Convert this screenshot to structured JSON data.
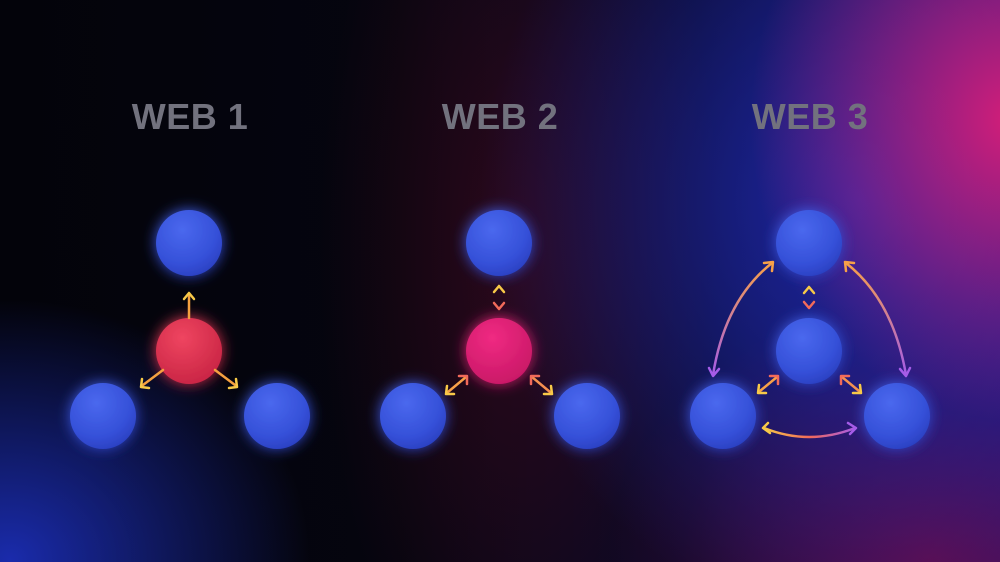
{
  "titles": {
    "web1": "WEB 1",
    "web2": "WEB 2",
    "web3": "WEB 3"
  },
  "colors": {
    "node_blue": "#3d5be0",
    "node_red_web1": "#e0344e",
    "node_pink_web2": "#e81d78",
    "arrow_yellow": "#f7c948",
    "arrow_orange": "#f26a5a",
    "arrow_purple": "#a55ce8",
    "title_gray": "#72727e"
  },
  "diagrams": [
    {
      "label": "WEB 1",
      "type": "centralized",
      "center_node": "red",
      "arrows": "one-way outward"
    },
    {
      "label": "WEB 2",
      "type": "centralized",
      "center_node": "pink",
      "arrows": "two-way to center"
    },
    {
      "label": "WEB 3",
      "type": "decentralized",
      "center_node": "blue",
      "arrows": "two-way peer-to-peer"
    }
  ]
}
